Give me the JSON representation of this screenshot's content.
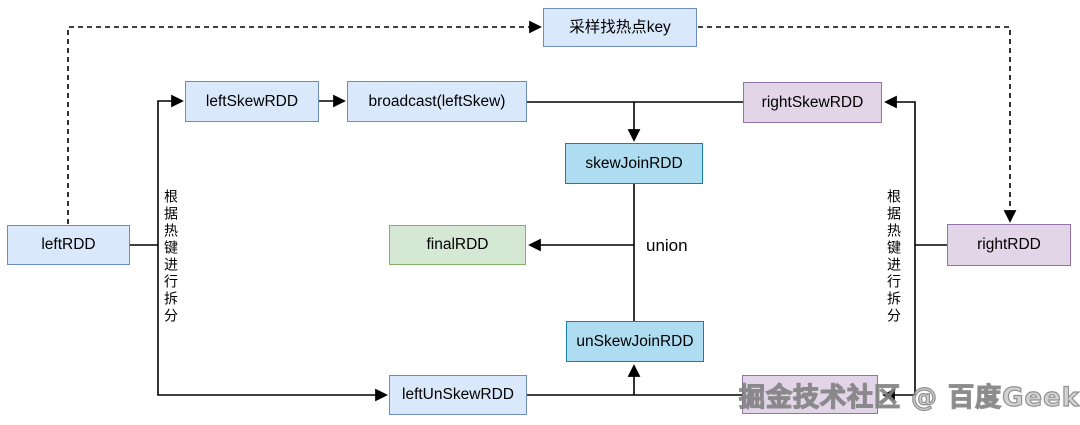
{
  "diagram": {
    "nodes": {
      "sample_hot_key": {
        "label": "采样找热点key"
      },
      "left_rdd": {
        "label": "leftRDD"
      },
      "left_skew_rdd": {
        "label": "leftSkewRDD"
      },
      "broadcast_left_skew": {
        "label": "broadcast(leftSkew)"
      },
      "right_skew_rdd": {
        "label": "rightSkewRDD"
      },
      "skew_join_rdd": {
        "label": "skewJoinRDD"
      },
      "final_rdd": {
        "label": "finalRDD"
      },
      "un_skew_join_rdd": {
        "label": "unSkewJoinRDD"
      },
      "left_unskew_rdd": {
        "label": "leftUnSkewRDD"
      },
      "right_unskew_rdd": {
        "label": ""
      },
      "right_rdd": {
        "label": "rightRDD"
      }
    },
    "labels": {
      "union": "union",
      "split_rule_left": "根据热键进行拆分",
      "split_rule_right": "根据热键进行拆分"
    },
    "edges": [
      {
        "from": "left_rdd",
        "to": "sample_hot_key",
        "style": "dashed"
      },
      {
        "from": "sample_hot_key",
        "to": "right_rdd",
        "style": "dashed"
      },
      {
        "from": "left_rdd",
        "to": "left_skew_rdd",
        "style": "solid"
      },
      {
        "from": "left_rdd",
        "to": "left_unskew_rdd",
        "style": "solid"
      },
      {
        "from": "left_skew_rdd",
        "to": "broadcast_left_skew",
        "style": "solid"
      },
      {
        "from": "broadcast_left_skew",
        "to": "skew_join_rdd",
        "style": "solid"
      },
      {
        "from": "right_rdd",
        "to": "right_skew_rdd",
        "style": "solid"
      },
      {
        "from": "right_rdd",
        "to": "right_unskew_rdd",
        "style": "solid"
      },
      {
        "from": "skew_join_rdd",
        "to": "final_rdd",
        "label": "union",
        "style": "solid"
      },
      {
        "from": "un_skew_join_rdd",
        "to": "final_rdd",
        "label": "union",
        "style": "solid"
      },
      {
        "from": "left_unskew_rdd",
        "to": "un_skew_join_rdd",
        "style": "solid"
      },
      {
        "from": "right_unskew_rdd",
        "to": "un_skew_join_rdd",
        "style": "solid"
      }
    ],
    "colors": {
      "blue_fill": "#dae8fc",
      "blue_border": "#6c8ebf",
      "purple_fill": "#e1d5e7",
      "purple_border": "#9673a6",
      "cyan_fill": "#aedcf0",
      "cyan_border": "#1a7fa8",
      "green_fill": "#d5e8d4",
      "green_border": "#82b366",
      "line": "#000000",
      "background": "#ffffff"
    },
    "watermark": {
      "text": "掘金技术社区 @ 百度Geek说"
    }
  }
}
